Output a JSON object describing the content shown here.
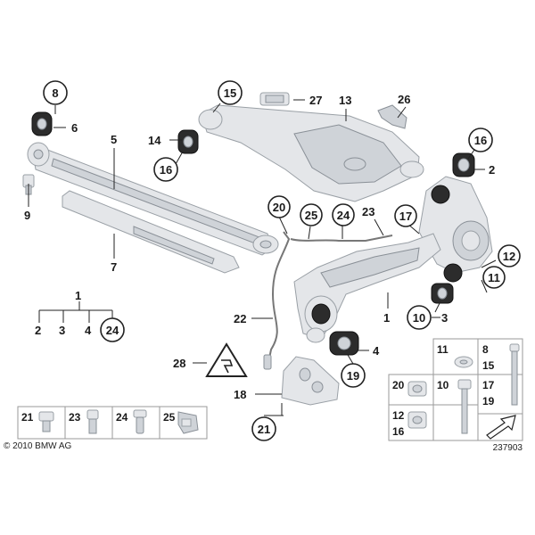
{
  "copyright": "© 2010 BMW AG",
  "diagram_number": "237903",
  "callouts": {
    "c8": "8",
    "c6": "6",
    "c9": "9",
    "c5": "5",
    "c7": "7",
    "c15": "15",
    "c14": "14",
    "c16a": "16",
    "c27": "27",
    "c13": "13",
    "c26": "26",
    "c16b": "16",
    "c2": "2",
    "c20": "20",
    "c25": "25",
    "c24": "24",
    "c23": "23",
    "c17": "17",
    "c12": "12",
    "c11": "11",
    "c1a": "1",
    "c2b": "2",
    "c3a": "3",
    "c4a": "4",
    "c24b": "24",
    "c22": "22",
    "c1b": "1",
    "c10": "10",
    "c3b": "3",
    "c4b": "4",
    "c19": "19",
    "c28": "28",
    "c18": "18",
    "c21": "21"
  },
  "hardware_left": [
    "21",
    "23",
    "24",
    "25"
  ],
  "hardware_right": {
    "row1": [
      "11",
      "8"
    ],
    "row2": [
      "15"
    ],
    "row3a": [
      "20",
      "10",
      "17"
    ],
    "row3b": [
      "19"
    ],
    "row4": [
      "12",
      "16"
    ]
  }
}
